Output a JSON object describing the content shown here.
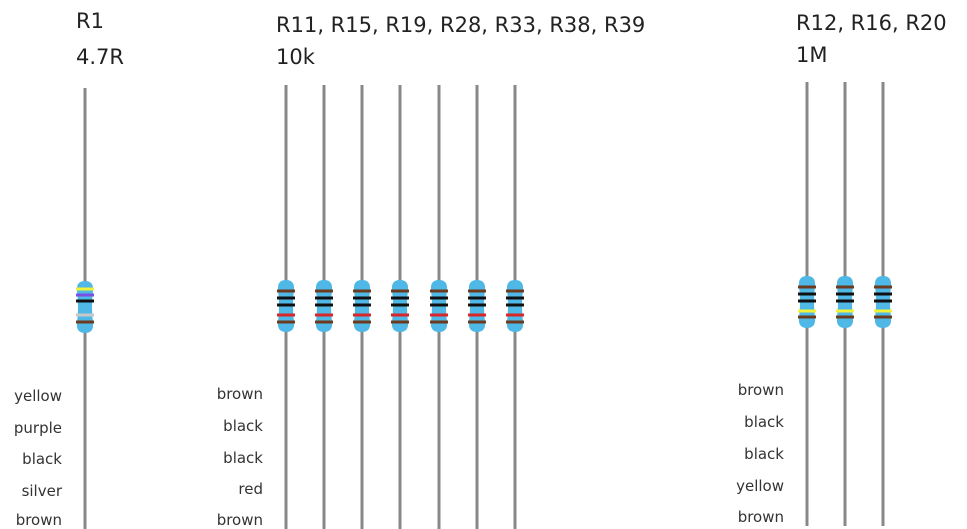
{
  "groups": [
    {
      "refs": "R1",
      "value": "4.7R",
      "resistor_count": 1,
      "bands": [
        {
          "label": "yellow",
          "color": "#f2f23a"
        },
        {
          "label": "purple",
          "color": "#7b4fe0"
        },
        {
          "label": "black",
          "color": "#111111"
        },
        {
          "label": "silver",
          "color": "#c8c8c8"
        },
        {
          "label": "brown",
          "color": "#6b3a1f"
        }
      ]
    },
    {
      "refs": "R11, R15, R19, R28, R33, R38, R39",
      "value": "10k",
      "resistor_count": 7,
      "bands": [
        {
          "label": "brown",
          "color": "#6b3a1f"
        },
        {
          "label": "black",
          "color": "#111111"
        },
        {
          "label": "black",
          "color": "#111111"
        },
        {
          "label": "red",
          "color": "#d8262a"
        },
        {
          "label": "brown",
          "color": "#6b3a1f"
        }
      ]
    },
    {
      "refs": "R12, R16, R20",
      "value": "1M",
      "resistor_count": 3,
      "bands": [
        {
          "label": "brown",
          "color": "#6b3a1f"
        },
        {
          "label": "black",
          "color": "#111111"
        },
        {
          "label": "black",
          "color": "#111111"
        },
        {
          "label": "yellow",
          "color": "#f2f23a"
        },
        {
          "label": "brown",
          "color": "#6b3a1f"
        }
      ]
    }
  ],
  "colors": {
    "lead": "#888888",
    "body": "#4fb8e6",
    "text": "#222222"
  }
}
